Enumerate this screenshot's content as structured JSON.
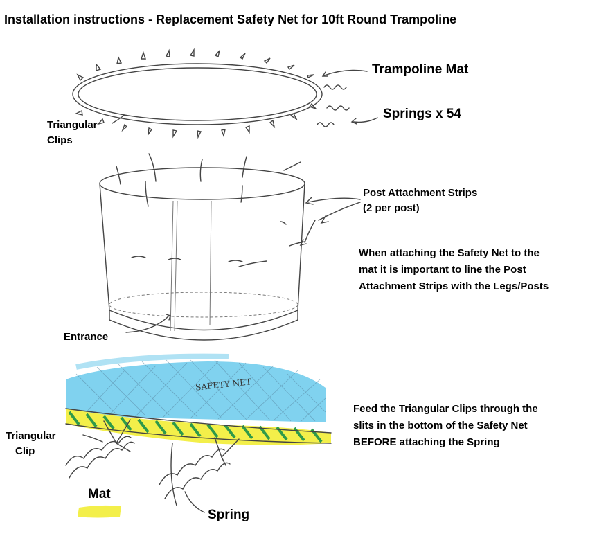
{
  "title": "Installation instructions - Replacement Safety Net for 10ft Round Trampoline",
  "labels": {
    "trampoline_mat": "Trampoline Mat",
    "springs": "Springs x  54",
    "triangular_clips_line1": "Triangular",
    "triangular_clips_line2": "Clips",
    "post_strips_line1": "Post Attachment Strips",
    "post_strips_line2": "(2 per post)",
    "entrance": "Entrance",
    "triangular_clip_line1": "Triangular",
    "triangular_clip_line2": "Clip",
    "mat": "Mat",
    "spring": "Spring",
    "safety_net_sketch": "SAFETY NET"
  },
  "instructions": {
    "attach_line1": "When attaching the Safety Net to the",
    "attach_line2": "mat it is important to line the Post",
    "attach_line3": "Attachment Strips with the Legs/Posts",
    "feed_line1": "Feed the Triangular Clips through the",
    "feed_line2": "slits in the bottom of the Safety Net",
    "feed_line3": "BEFORE attaching the Spring"
  },
  "colors": {
    "net_blue": "#55c3ea",
    "mat_yellow": "#f3ef4a",
    "mat_green": "#2f9a4a"
  }
}
